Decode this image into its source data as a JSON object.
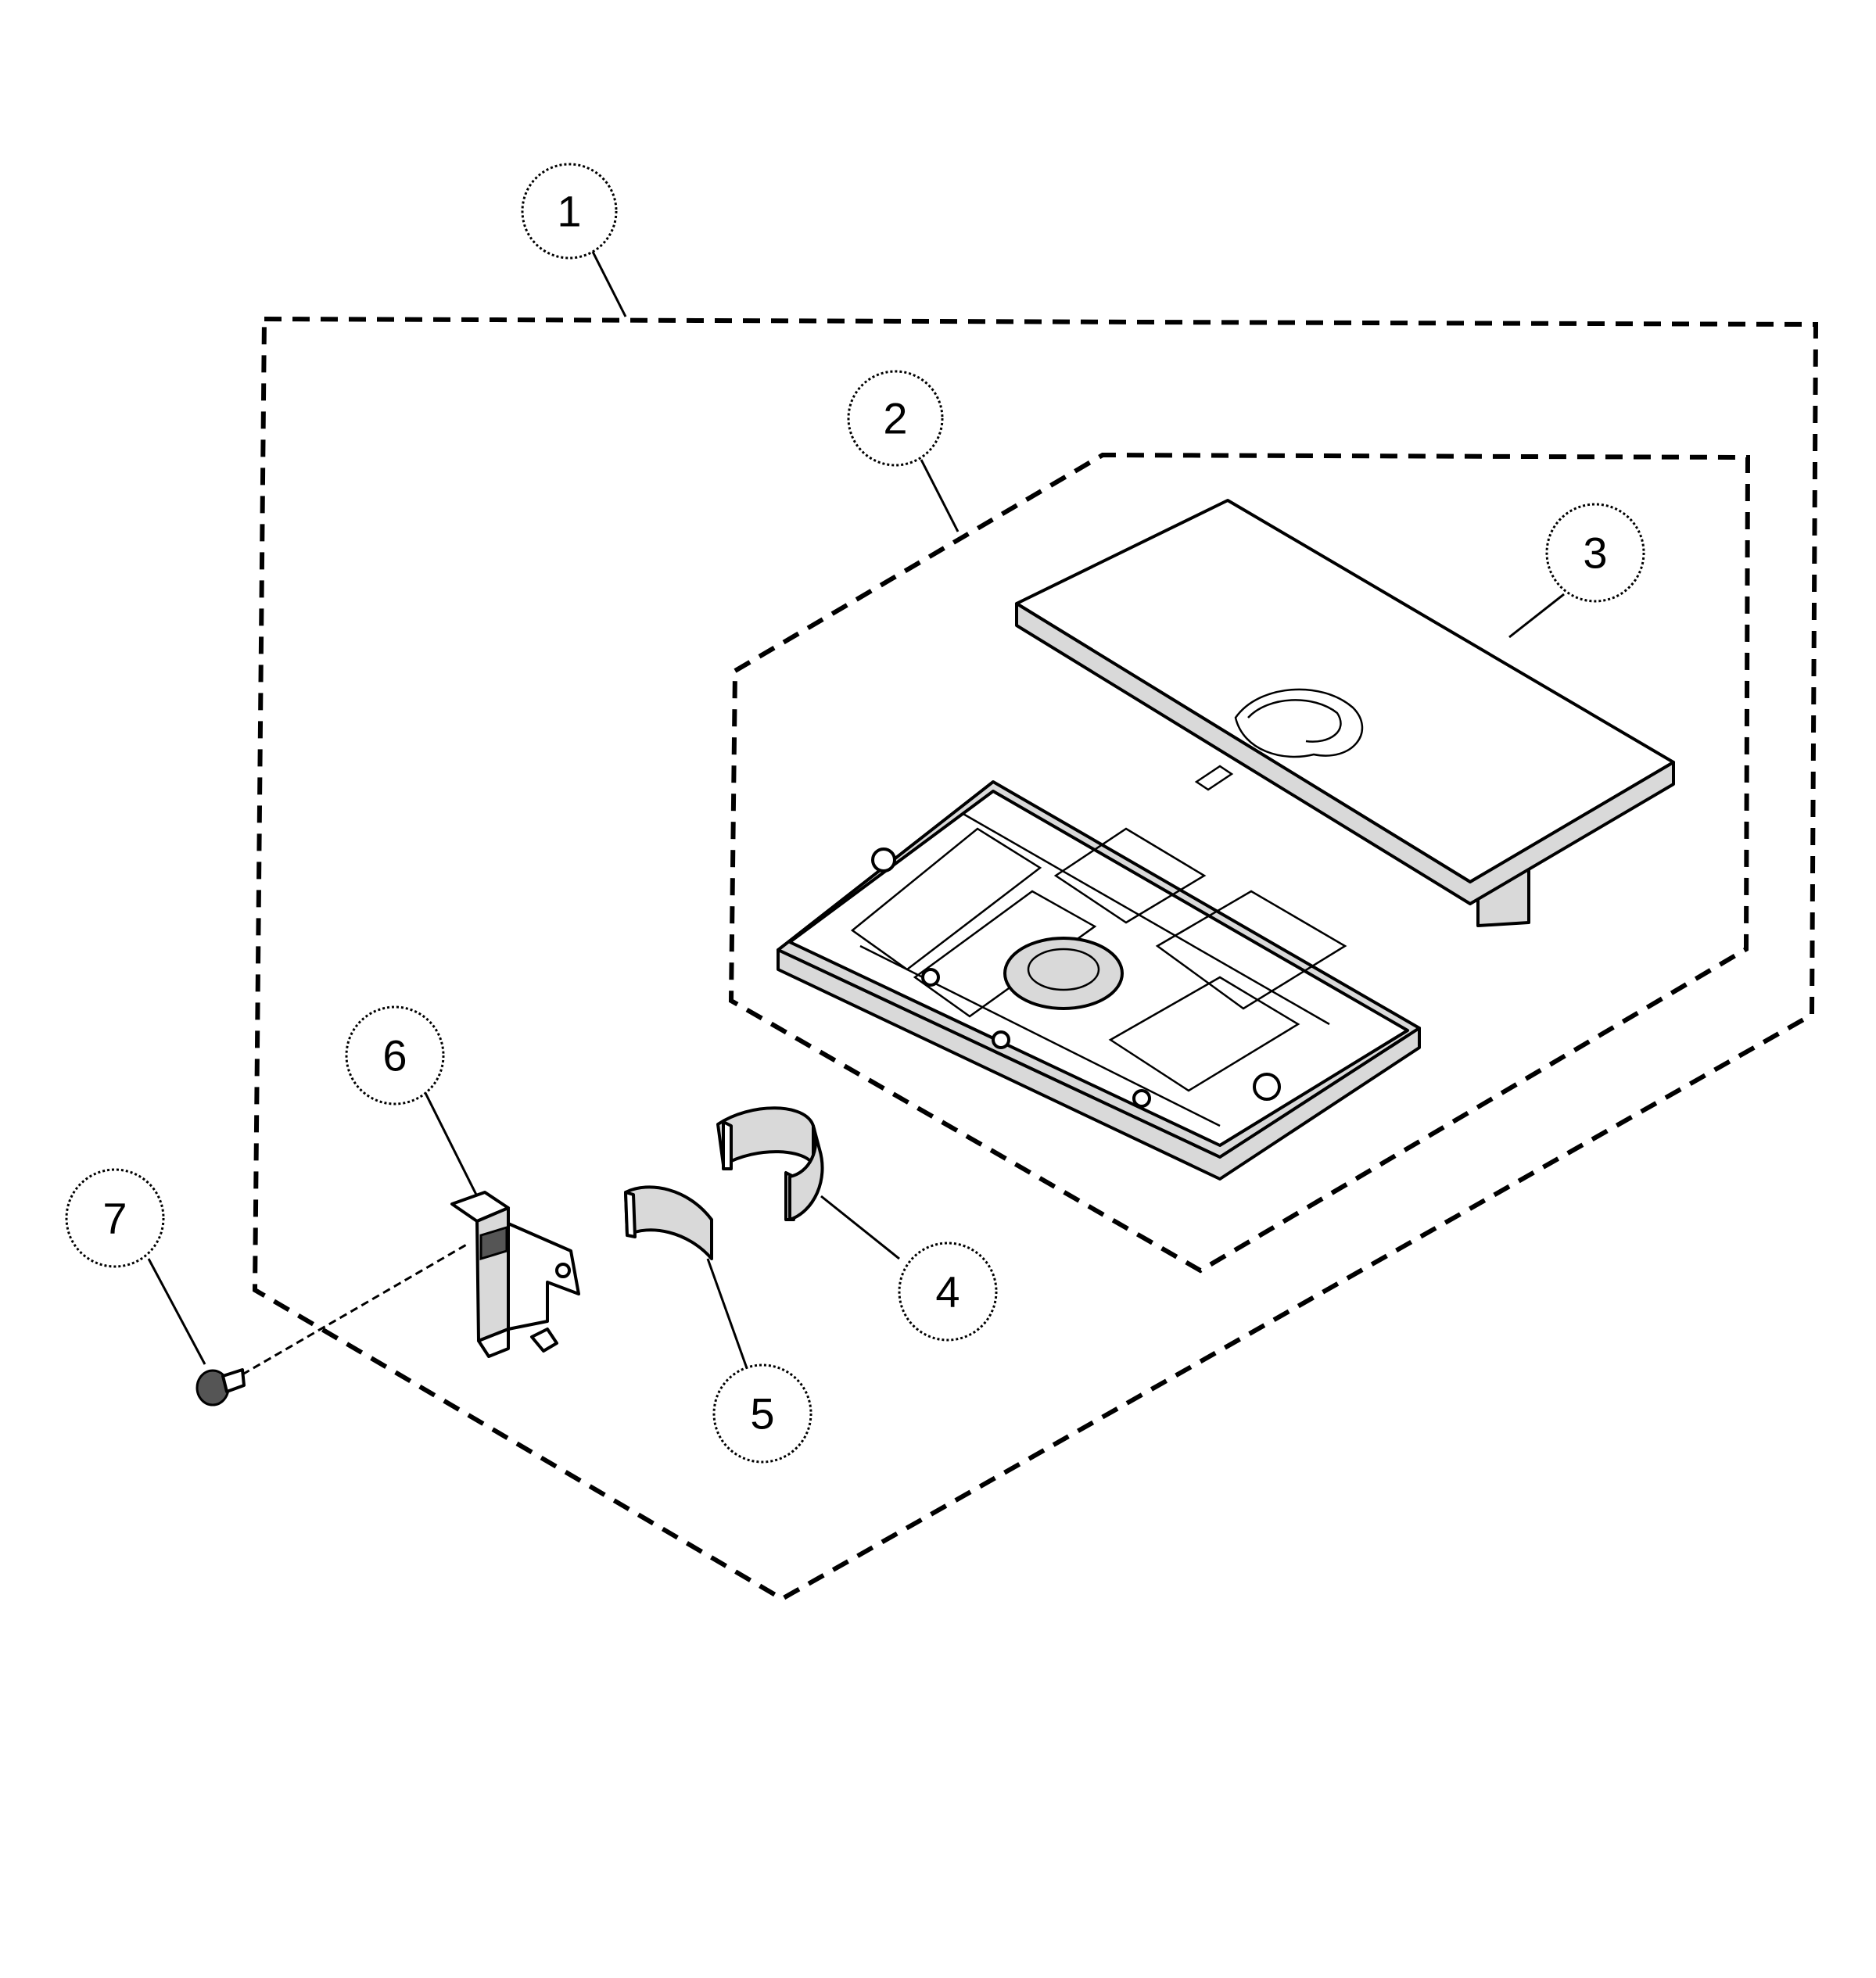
{
  "callouts": [
    {
      "id": "1",
      "label": "1"
    },
    {
      "id": "2",
      "label": "2"
    },
    {
      "id": "3",
      "label": "3"
    },
    {
      "id": "4",
      "label": "4"
    },
    {
      "id": "5",
      "label": "5"
    },
    {
      "id": "6",
      "label": "6"
    },
    {
      "id": "7",
      "label": "7"
    }
  ],
  "colors": {
    "line": "#000000",
    "background": "#ffffff",
    "shade": "#d9d9d9"
  }
}
